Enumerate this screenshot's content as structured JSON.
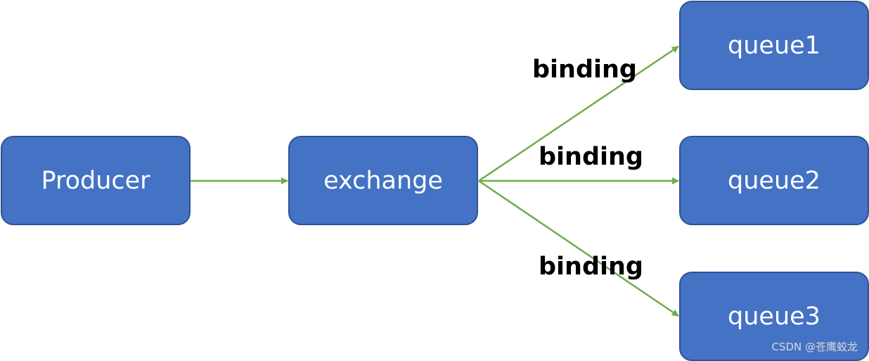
{
  "nodes": {
    "producer": "Producer",
    "exchange": "exchange",
    "queue1": "queue1",
    "queue2": "queue2",
    "queue3": "queue3"
  },
  "edge_labels": {
    "to_queue1": "binding",
    "to_queue2": "binding",
    "to_queue3": "binding"
  },
  "watermark": "CSDN @苍鹰蛟龙",
  "colors": {
    "node_fill": "#4472c4",
    "node_border": "#2f528f",
    "node_text": "#ffffff",
    "arrow": "#70ad47",
    "label_text": "#000000"
  }
}
